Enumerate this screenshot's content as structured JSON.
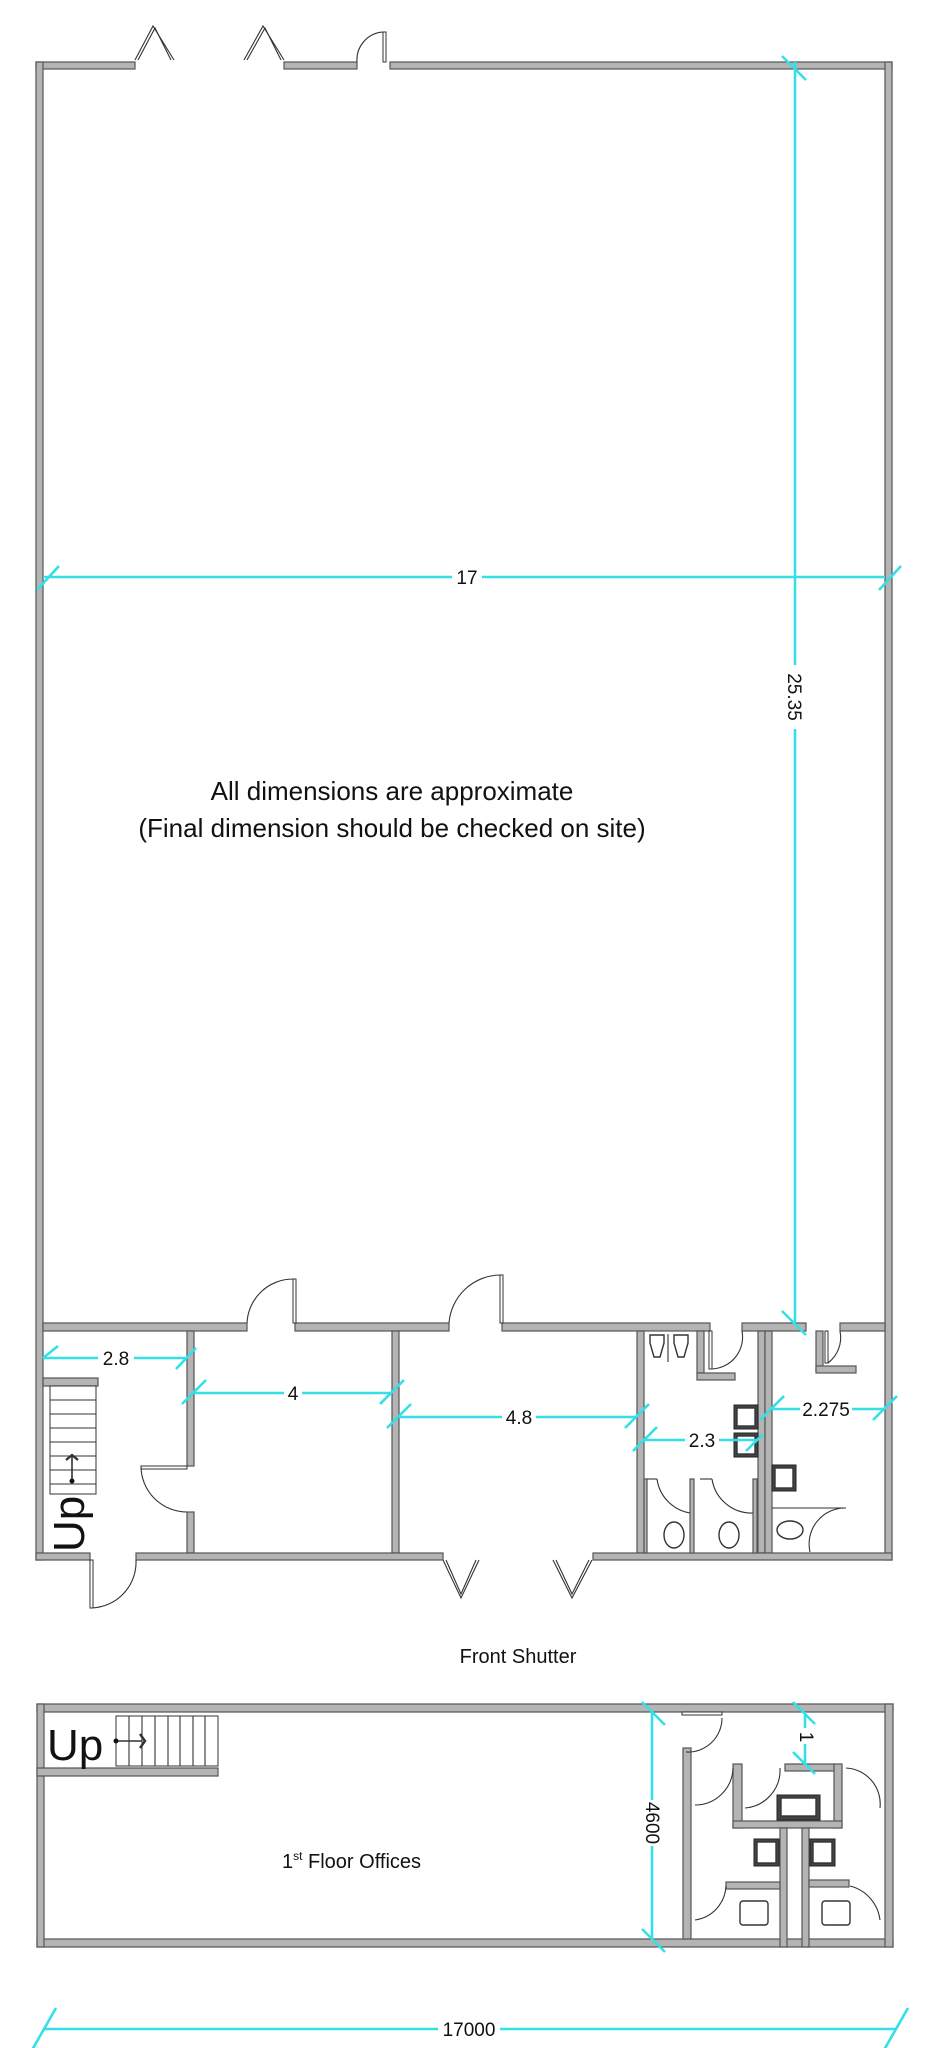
{
  "drawing": {
    "type": "floor-plan",
    "colors": {
      "dimension": "#33e0e8",
      "wall_fill": "#b4b4b4",
      "wall_stroke": "#555555",
      "text": "#111111"
    },
    "notes": {
      "line1": "All dimensions are approximate",
      "line2": "(Final dimension should be checked on site)"
    },
    "ground_floor": {
      "front_label": "Front Shutter",
      "stairs_label": "Up",
      "dimensions": {
        "overall_width": "17",
        "overall_depth": "25.35",
        "room_a": "2.8",
        "room_b": "4",
        "room_c": "4.8",
        "restroom_1": "2.3",
        "restroom_2": "2.275"
      }
    },
    "first_floor": {
      "label_ordinal": "1",
      "label_sup": "st",
      "label_rest": " Floor Offices",
      "stairs_label": "Up",
      "dimensions": {
        "depth": "4600",
        "corridor": "1",
        "overall_width": "17000"
      }
    }
  }
}
